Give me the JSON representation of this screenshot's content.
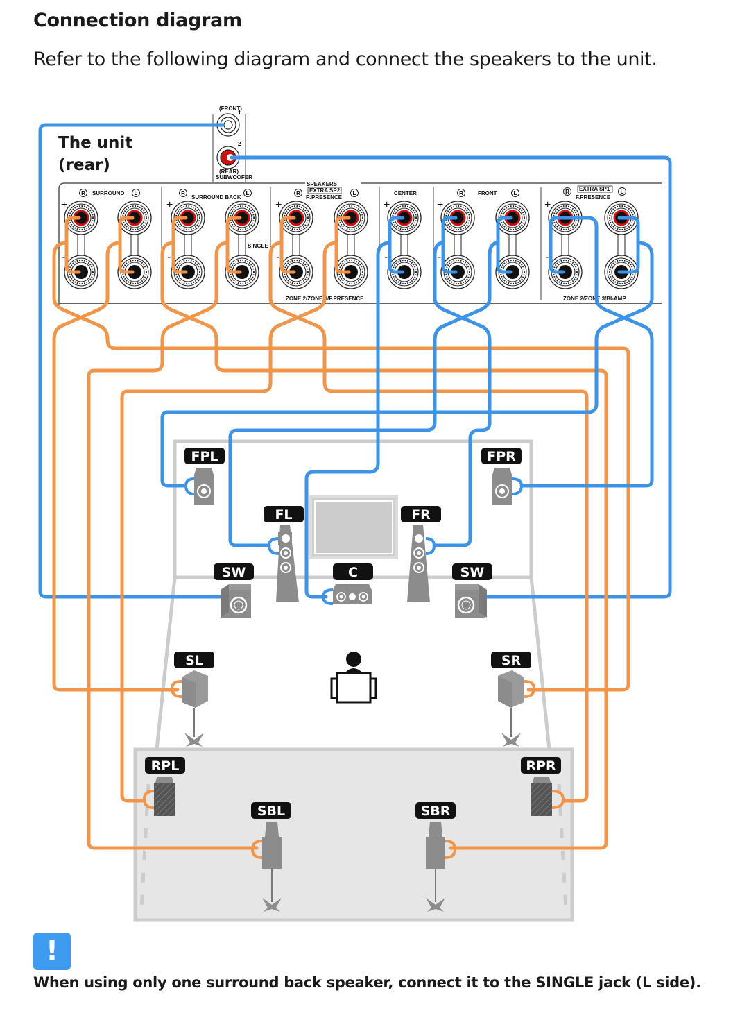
{
  "page": {
    "heading": "Connection diagram",
    "intro": "Refer to the following diagram and connect the speakers to the unit."
  },
  "unit": {
    "label_line1": "The unit",
    "label_line2": "(rear)",
    "subwoofer": {
      "front_label": "(FRONT)",
      "front_num": "1",
      "rear_num": "2",
      "rear_label": "(REAR)",
      "section_label": "SUBWOOFER"
    },
    "speakers_header": "SPEAKERS",
    "groups": [
      {
        "name": "SURROUND",
        "sub": "",
        "r": "R",
        "l": "L"
      },
      {
        "name": "SURROUND BACK",
        "sub": "",
        "r": "R",
        "l": "L",
        "extra": "SINGLE"
      },
      {
        "name": "R.PRESENCE",
        "boxed": "EXTRA SP2",
        "r": "R",
        "l": "L",
        "footer": "ZONE 2/ZONE 3/F.PRESENCE"
      },
      {
        "name": "CENTER"
      },
      {
        "name": "FRONT",
        "r": "R",
        "l": "L"
      },
      {
        "name": "F.PRESENCE",
        "boxed": "EXTRA SP1",
        "r": "R",
        "l": "L",
        "footer": "ZONE 2/ZONE 3/BI-AMP"
      }
    ],
    "polarity": {
      "plus": "+",
      "minus": "-"
    }
  },
  "speakers": {
    "FPL": "FPL",
    "FPR": "FPR",
    "FL": "FL",
    "FR": "FR",
    "C": "C",
    "SW_L": "SW",
    "SW_R": "SW",
    "SL": "SL",
    "SR": "SR",
    "RPL": "RPL",
    "RPR": "RPR",
    "SBL": "SBL",
    "SBR": "SBR"
  },
  "colors": {
    "orange_wire": "#f0954a",
    "blue_wire": "#3d94e6",
    "terminal_red": "#cc1111",
    "speaker_gray": "#8c8c8c",
    "room_gray": "#cccccc",
    "note_blue": "#3f9bf0"
  },
  "note": {
    "icon": "!",
    "text": "When using only one surround back speaker, connect it to the SINGLE jack (L side)."
  }
}
